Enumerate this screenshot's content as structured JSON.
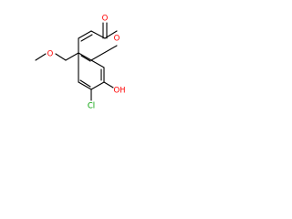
{
  "molecule": {
    "atom_labels": {
      "carbonyl_oxygen": "O",
      "ring_oxygen": "O",
      "ether_oxygen": "O",
      "hydroxyl": "OH",
      "chlorine": "Cl"
    },
    "colors": {
      "bond": "#000000",
      "oxygen": "#ff0000",
      "chlorine": "#00a000"
    }
  }
}
